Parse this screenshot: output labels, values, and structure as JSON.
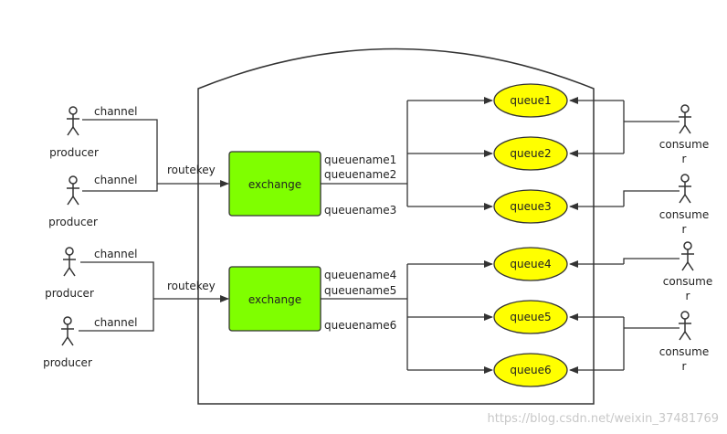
{
  "producers": [
    {
      "label": "producer",
      "channel_label": "channel"
    },
    {
      "label": "producer",
      "channel_label": "channel"
    },
    {
      "label": "producer",
      "channel_label": "channel"
    },
    {
      "label": "producer",
      "channel_label": "channel"
    }
  ],
  "routekeys": [
    "routekey",
    "routekey"
  ],
  "exchanges": [
    "exchange",
    "exchange"
  ],
  "queuenames": [
    "queuename1",
    "queuename2",
    "queuename3",
    "queuename4",
    "queuename5",
    "queuename6"
  ],
  "queues": [
    "queue1",
    "queue2",
    "queue3",
    "queue4",
    "queue5",
    "queue6"
  ],
  "consumers": [
    {
      "line1": "consume",
      "line2": "r"
    },
    {
      "line1": "consume",
      "line2": "r"
    },
    {
      "line1": "consume",
      "line2": "r"
    },
    {
      "line1": "consume",
      "line2": "r"
    }
  ],
  "watermark": "https://blog.csdn.net/weixin_37481769",
  "colors": {
    "exchange_fill": "#7fff00",
    "queue_fill": "#ffff00",
    "stroke": "#333333"
  }
}
